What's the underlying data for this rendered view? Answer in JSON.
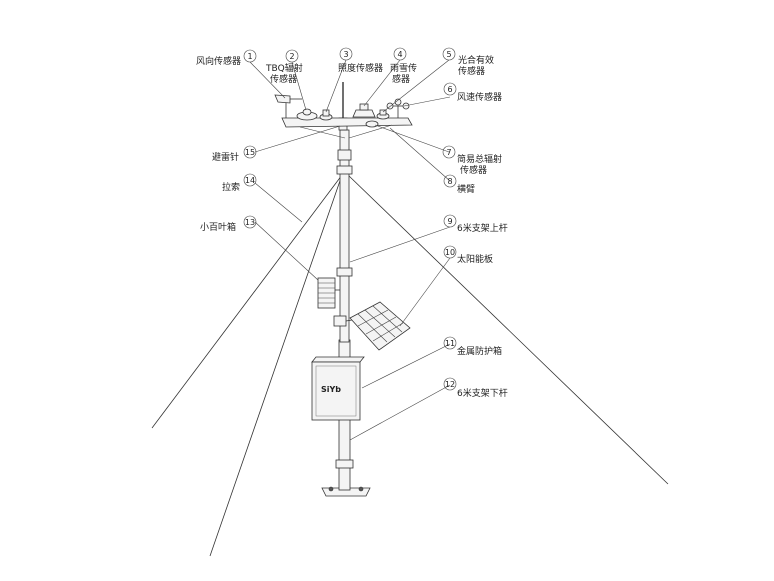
{
  "callouts": [
    {
      "num": "1",
      "label": "风向传感器"
    },
    {
      "num": "2",
      "label": "TBQ辐射",
      "label2": "传感器"
    },
    {
      "num": "3",
      "label": "照度传感器"
    },
    {
      "num": "4",
      "label": "雨雪传",
      "label2": "感器"
    },
    {
      "num": "5",
      "label": "光合有效",
      "label2": "传感器"
    },
    {
      "num": "6",
      "label": "风速传感器"
    },
    {
      "num": "7",
      "label": "简易总辐射",
      "label2": "传感器"
    },
    {
      "num": "8",
      "label": "横臂"
    },
    {
      "num": "9",
      "label": "6米支架上杆"
    },
    {
      "num": "10",
      "label": "太阳能板"
    },
    {
      "num": "11",
      "label": "金属防护箱"
    },
    {
      "num": "12",
      "label": "6米支架下杆"
    },
    {
      "num": "13",
      "label": "小百叶箱"
    },
    {
      "num": "14",
      "label": "拉索"
    },
    {
      "num": "15",
      "label": "避雷针"
    }
  ],
  "box_logo": "SiYb"
}
